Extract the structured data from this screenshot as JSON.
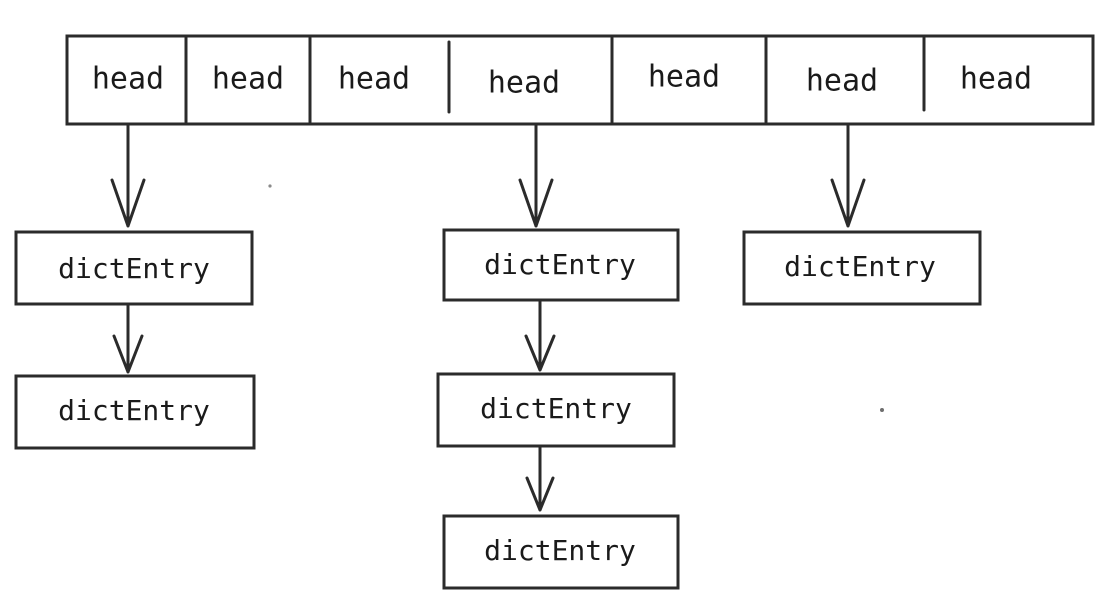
{
  "hash_table": {
    "buckets": [
      {
        "label": "head"
      },
      {
        "label": "head"
      },
      {
        "label": "head"
      },
      {
        "label": "head"
      },
      {
        "label": "head"
      },
      {
        "label": "head"
      },
      {
        "label": "head"
      }
    ]
  },
  "chains": [
    {
      "bucket_index": 0,
      "entries": [
        "dictEntry",
        "dictEntry"
      ]
    },
    {
      "bucket_index": 3,
      "entries": [
        "dictEntry",
        "dictEntry",
        "dictEntry"
      ]
    },
    {
      "bucket_index": 5,
      "entries": [
        "dictEntry"
      ]
    }
  ],
  "colors": {
    "ink": "#2b2b2b",
    "background": "#ffffff"
  }
}
